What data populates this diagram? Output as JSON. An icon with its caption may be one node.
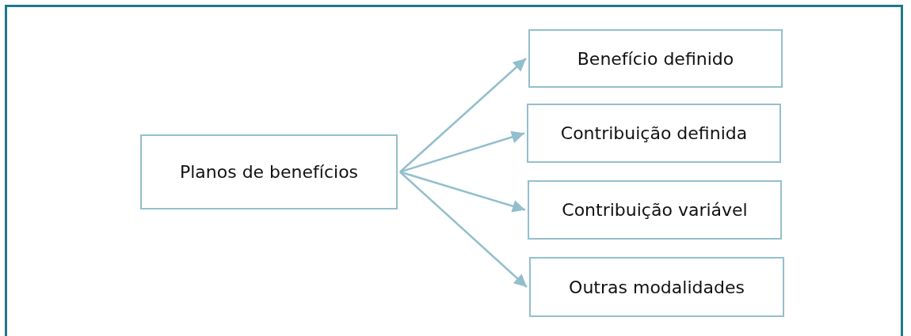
{
  "diagram": {
    "nodes": [
      {
        "text": [
          "Planos de benefícios"
        ]
      },
      {
        "text": [
          "Benefício definido"
        ]
      },
      {
        "text": [
          "Contribuição definida"
        ]
      },
      {
        "text": [
          "Contribuição variável"
        ]
      },
      {
        "text": [
          "Outras modalidades"
        ]
      }
    ],
    "edges": [
      {
        "from": 0,
        "to": 1,
        "arrow": "to"
      },
      {
        "from": 0,
        "to": 2,
        "arrow": "to"
      },
      {
        "from": 0,
        "to": 3,
        "arrow": "to"
      },
      {
        "from": 0,
        "to": 4,
        "arrow": "to"
      }
    ]
  }
}
